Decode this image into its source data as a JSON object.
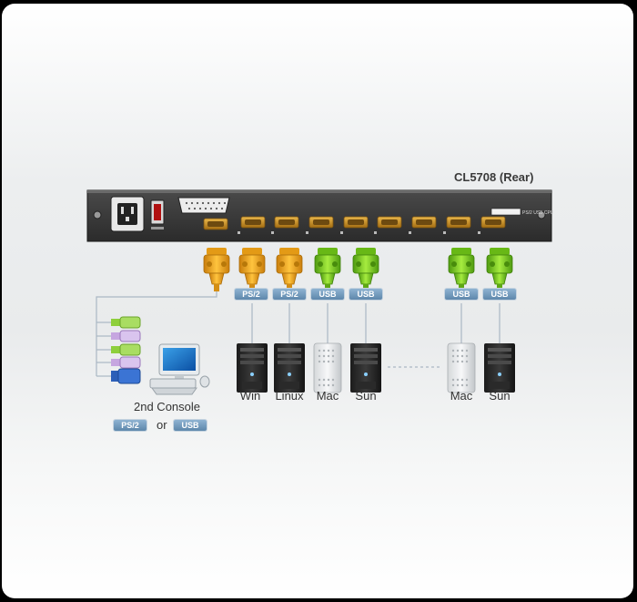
{
  "device": {
    "title": "CL5708 (Rear)",
    "port_badge_text": "PS/2 USB CPU"
  },
  "computers": [
    {
      "label": "Win",
      "port": "PS/2"
    },
    {
      "label": "Linux",
      "port": "PS/2"
    },
    {
      "label": "Mac",
      "port": "USB"
    },
    {
      "label": "Sun",
      "port": "USB"
    },
    {
      "label": "Mac",
      "port": "USB"
    },
    {
      "label": "Sun",
      "port": "USB"
    }
  ],
  "console": {
    "label": "2nd Console",
    "option_a": "PS/2",
    "or": "or",
    "option_b": "USB"
  },
  "colors": {
    "ps2_connector": "#f0a81c",
    "usb_connector": "#7ccf1e",
    "panel": "#3a3a3a",
    "badge": "#6e97bb"
  }
}
